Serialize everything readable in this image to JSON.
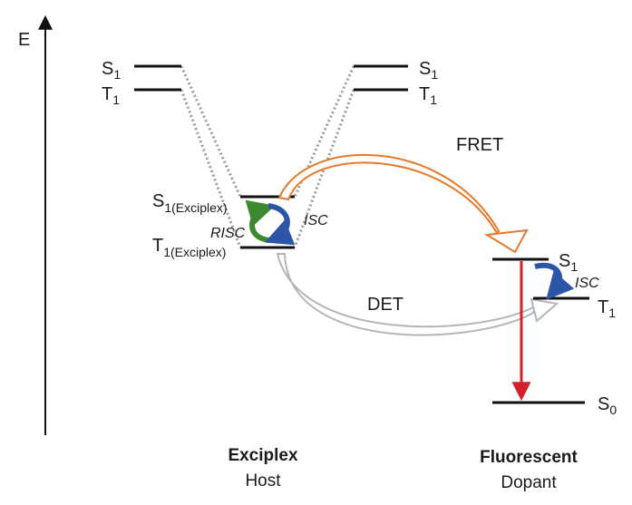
{
  "axis": {
    "label": "E"
  },
  "host": {
    "left_s1": {
      "main": "S",
      "sub": "1"
    },
    "left_t1": {
      "main": "T",
      "sub": "1"
    },
    "right_s1": {
      "main": "S",
      "sub": "1"
    },
    "right_t1": {
      "main": "T",
      "sub": "1"
    },
    "exciplex_s1": {
      "main": "S",
      "sub": "1(Exciplex)"
    },
    "exciplex_t1": {
      "main": "T",
      "sub": "1(Exciplex)"
    },
    "risc_label": "RISC",
    "isc_label": "ISC",
    "caption_bold": "Exciplex",
    "caption": "Host"
  },
  "dopant": {
    "s1": {
      "main": "S",
      "sub": "1"
    },
    "t1": {
      "main": "T",
      "sub": "1"
    },
    "s0": {
      "main": "S",
      "sub": "0"
    },
    "isc_label": "ISC",
    "caption_bold": "Fluorescent",
    "caption": "Dopant"
  },
  "transfers": {
    "fret_label": "FRET",
    "det_label": "DET"
  },
  "colors": {
    "fret_arrow": "#e8782a",
    "det_arrow": "#b5b5b5",
    "risc_arrow": "#3c8a2e",
    "isc_arrow": "#2c55a8",
    "emission": "#d4202a",
    "level": "#111111"
  }
}
